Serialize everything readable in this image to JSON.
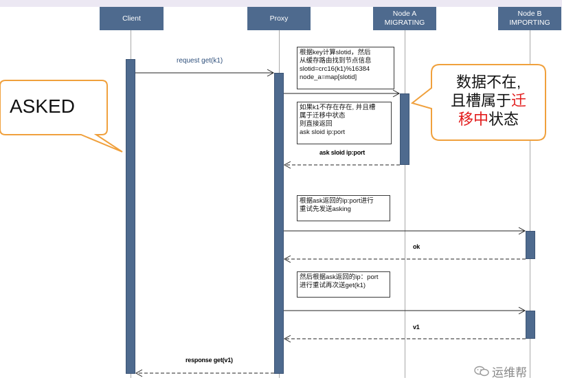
{
  "participants": {
    "client": "Client",
    "proxy": "Proxy",
    "node_a": {
      "name": "Node A",
      "state": "MIGRATING"
    },
    "node_b": {
      "name": "Node B",
      "state": "IMPORTING"
    }
  },
  "messages": {
    "request": "request get(k1)",
    "ask_reply": "ask  sloid ip:port",
    "ok": "ok",
    "v1": "v1",
    "response": "response get(v1)"
  },
  "notes": {
    "calc": [
      "根据key计算slotid，然后",
      "从缓存路由找到节点信息",
      "slotid=crc16(k1)%16384",
      "node_a=map[slotid]"
    ],
    "check": [
      "如果k1不存在存在, 并且槽",
      "属于迁移中状态",
      "则直接返回",
      "ask  sloid ip:port"
    ],
    "retry_ask": [
      "根据ask返回的ip:port进行",
      "重试先发送asking"
    ],
    "retry_get": [
      "然后根据ask返回的ip：port",
      "进行重试再次送get(k1)"
    ]
  },
  "callouts": {
    "asked": "ASKED",
    "state_line1": "数据不在,",
    "state_line2_prefix": "且槽属于",
    "state_line2_red": "迁",
    "state_line3_red": "移中",
    "state_line3_suffix": "状态"
  },
  "watermark": "运维帮",
  "colors": {
    "participant_fill": "#4e6a8e",
    "callout_border": "#f0a03c",
    "highlight_red": "#e21b1b"
  }
}
